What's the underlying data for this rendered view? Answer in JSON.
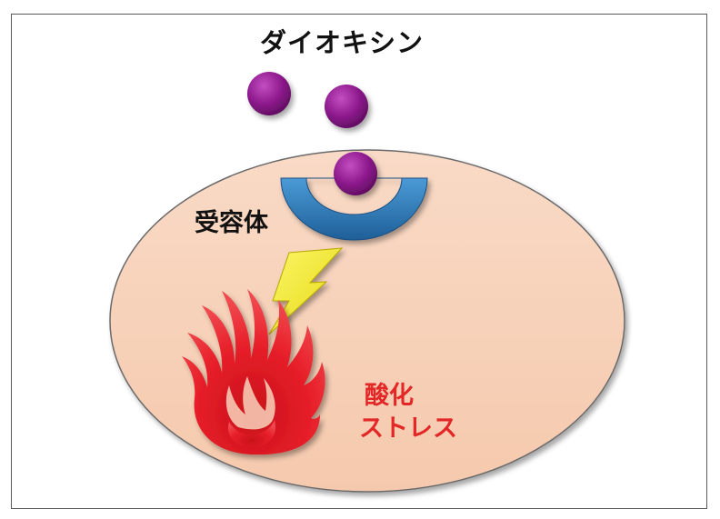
{
  "labels": {
    "dioxin": "ダイオキシン",
    "receptor": "受容体",
    "oxidative_stress_line1": "酸化",
    "oxidative_stress_line2": "ストレス"
  },
  "colors": {
    "cell_fill": "#f8d2bb",
    "molecule": "#8e1a8e",
    "receptor": "#2f79b8",
    "lightning": "#f2ec2a",
    "flame": "#e8202a",
    "stress_text": "#e32626",
    "text": "#111111"
  },
  "icons": [
    "dioxin-molecule",
    "receptor-cup",
    "lightning-bolt-icon",
    "fire-icon"
  ]
}
